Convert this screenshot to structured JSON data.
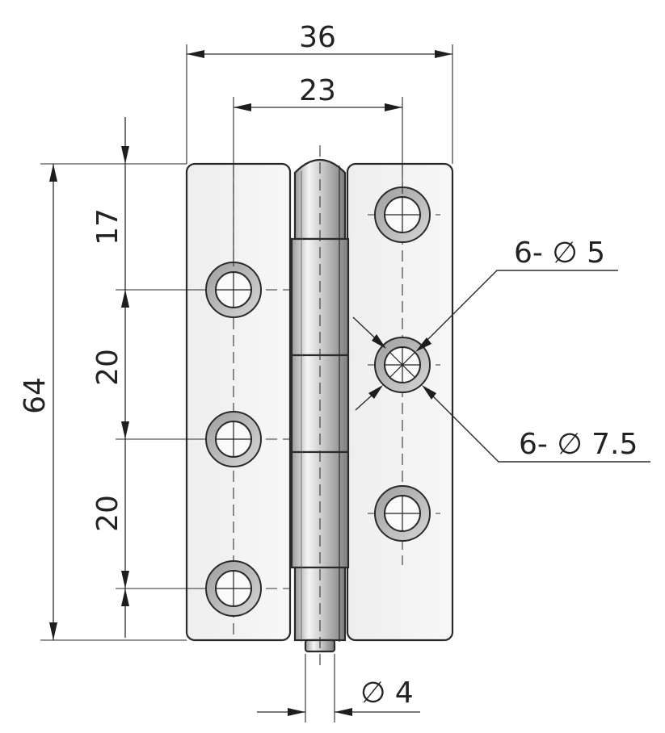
{
  "dimensions": {
    "overall_width": "36",
    "hole_spacing_width": "23",
    "overall_height": "64",
    "top_offset": "17",
    "hole_pitch_1": "20",
    "hole_pitch_2": "20",
    "pin_diameter": "∅ 4"
  },
  "callouts": {
    "hole_diameter": "6- ∅ 5",
    "countersink_diameter": "6- ∅ 7.5"
  }
}
